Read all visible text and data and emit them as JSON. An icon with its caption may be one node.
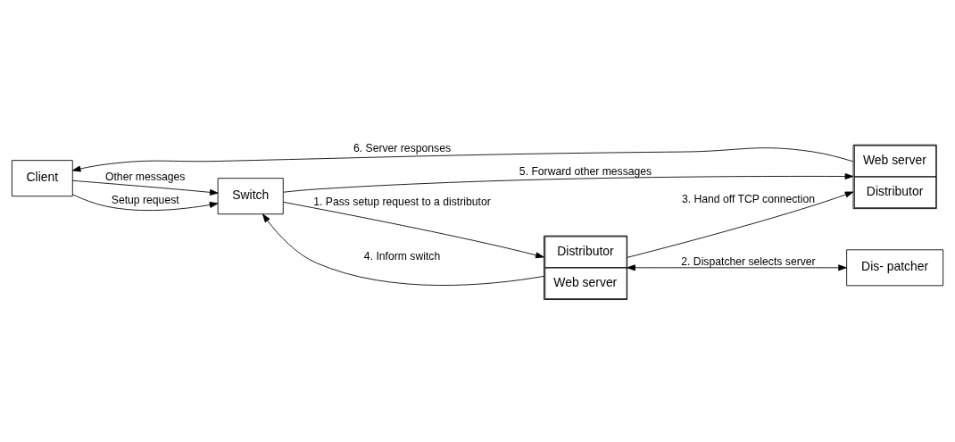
{
  "diagram": {
    "nodes": [
      {
        "text": [
          "Web server",
          "Distributor"
        ]
      },
      {
        "text": [
          "Client"
        ]
      },
      {
        "text": [
          "Switch"
        ]
      },
      {
        "text": [
          "Dis- patcher"
        ]
      },
      {
        "text": [
          "Distributor",
          "Web server"
        ]
      }
    ],
    "edges": [
      {
        "from": 1,
        "to": 2,
        "arrow": "to",
        "label": "Other messages"
      },
      {
        "from": 1,
        "to": 2,
        "arrow": "to",
        "label": "Setup request"
      },
      {
        "from": 2,
        "to": 4,
        "arrow": "to",
        "label": "1. Pass setup request to a distributor"
      },
      {
        "from": 4,
        "to": 3,
        "arrow": "both",
        "label": "2. Dispatcher selects server"
      },
      {
        "from": 4,
        "to": 0,
        "arrow": "to",
        "label": "3. Hand off TCP connection"
      },
      {
        "from": 4,
        "to": 2,
        "arrow": "to",
        "label": "4. Inform switch"
      },
      {
        "from": 2,
        "to": 0,
        "arrow": "to",
        "label": "5. Forward other messages"
      },
      {
        "from": 0,
        "to": 1,
        "arrow": "to",
        "label": "6. Server responses"
      }
    ]
  }
}
